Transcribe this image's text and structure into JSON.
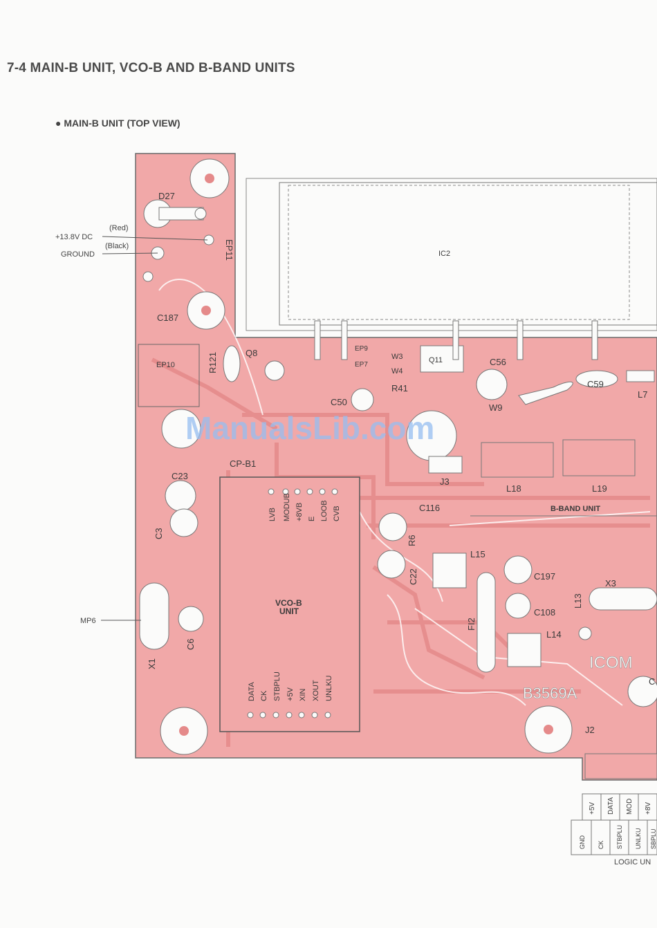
{
  "title": "7-4  MAIN-B UNIT, VCO-B AND B-BAND UNITS",
  "subtitle": "● MAIN-B UNIT (TOP VIEW)",
  "watermark": "ManualsLib.com",
  "colors": {
    "board": "#f1a8a8",
    "trace": "#e99090",
    "outline": "#555555",
    "hole": "#ffffff",
    "watermark": "#96bef0"
  },
  "callouts": {
    "power": "+13.8V DC",
    "red": "(Red)",
    "black": "(Black)",
    "ground": "GROUND",
    "mp6": "MP6"
  },
  "components": {
    "d27": "D27",
    "ep11": "EP11",
    "c187": "C187",
    "ep10": "EP10",
    "r121": "R121",
    "q8": "Q8",
    "ic2": "IC2",
    "ep9": "EP9",
    "ep7": "EP7",
    "w3": "W3",
    "w4": "W4",
    "r41": "R41",
    "q11": "Q11",
    "c56": "C56",
    "c59": "C59",
    "l7": "L7",
    "c50": "C50",
    "w9": "W9",
    "cpb1": "CP-B1",
    "c23": "C23",
    "c3": "C3",
    "j3": "J3",
    "l18": "L18",
    "l19": "L19",
    "bband": "B-BAND UNIT",
    "c116": "C116",
    "r6": "R6",
    "c22": "C22",
    "l15": "L15",
    "c197": "C197",
    "c108": "C108",
    "l13": "L13",
    "x3": "X3",
    "fi2": "FI2",
    "l14": "L14",
    "icom": "ICOM",
    "b3569a": "B3569A",
    "j2": "J2",
    "c6": "C6",
    "x1": "X1",
    "vcob": "VCO-B",
    "vcob2": "UNIT",
    "cpartial": "C"
  },
  "vco_top_pins": [
    "LVB",
    "MODUB",
    "+8VB",
    "E",
    "LOOB",
    "CVB"
  ],
  "vco_bottom_pins": [
    "DATA",
    "CK",
    "STBPLU",
    "+5V",
    "XIN",
    "XOUT",
    "UNLKU"
  ],
  "logic_table": {
    "top": [
      "+5V",
      "DATA",
      "MOD",
      "+8V"
    ],
    "bottom": [
      "GND",
      "CK",
      "STBPLU",
      "UNLKU",
      "SBPLU"
    ],
    "label": "LOGIC UN"
  }
}
